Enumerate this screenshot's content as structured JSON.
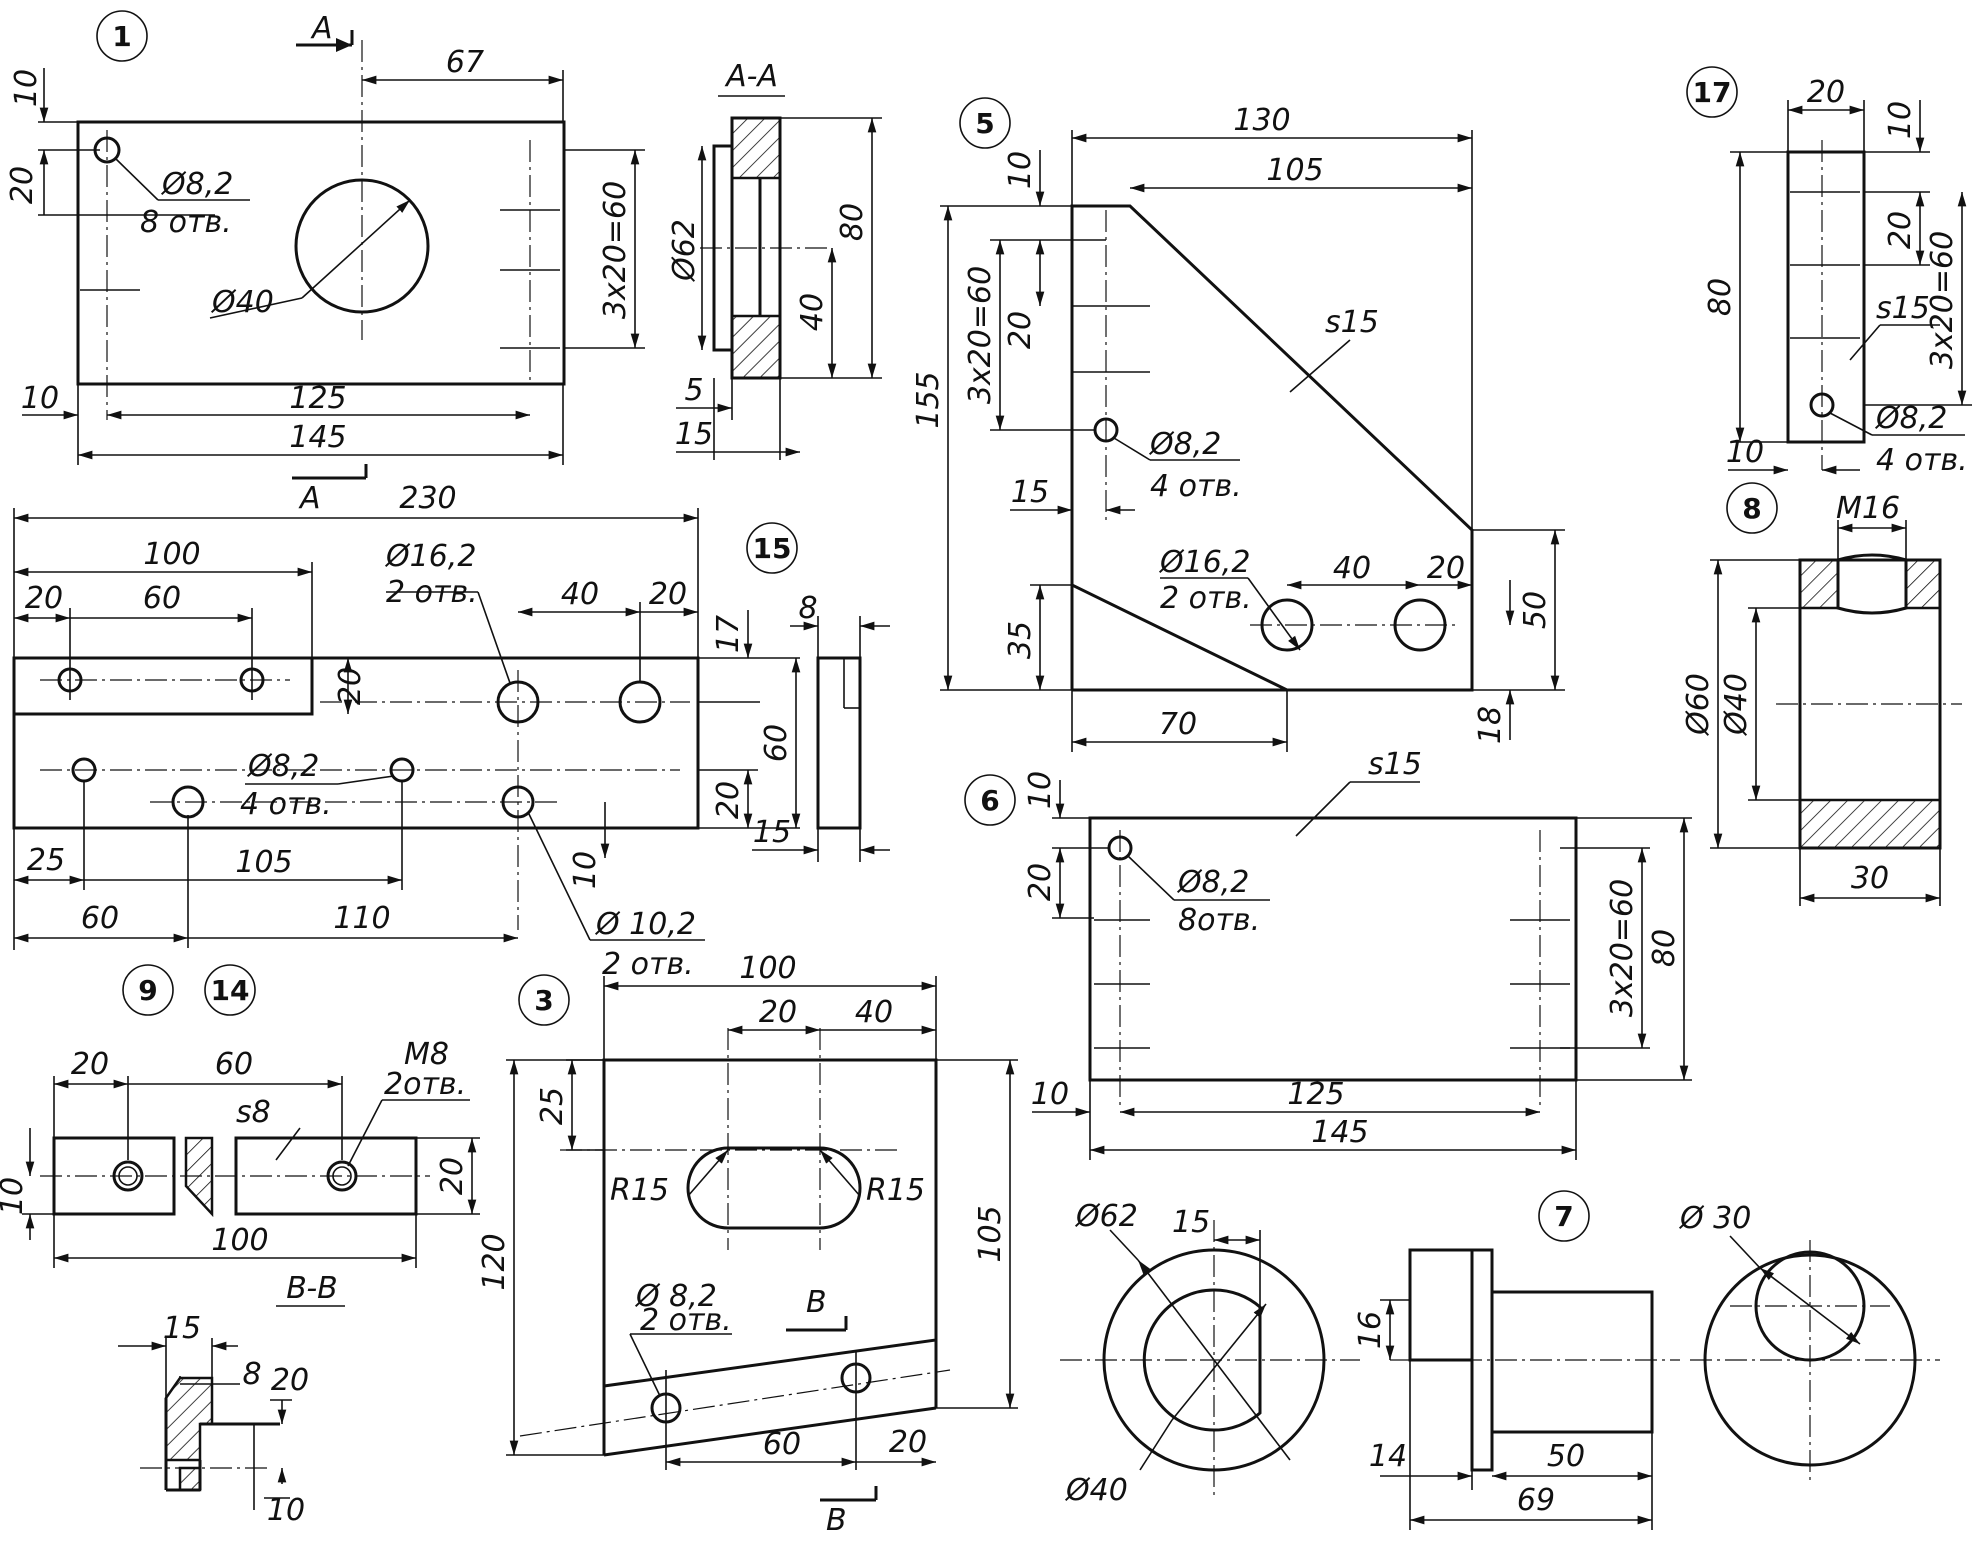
{
  "parts": {
    "p1": {
      "number": "1",
      "section_mark": "A",
      "dims": [
        "67",
        "3x20=60",
        "10",
        "20",
        "125",
        "145",
        "10"
      ],
      "hole_small": "Ø8,2",
      "hole_small_count": "8 отв.",
      "hole_big": "Ø40"
    },
    "section_aa": {
      "title": "A-A",
      "dims": [
        "Ø62",
        "80",
        "40",
        "5",
        "15"
      ]
    },
    "p5": {
      "number": "5",
      "material": "s15",
      "dims": [
        "130",
        "105",
        "10",
        "3x20=60",
        "20",
        "155",
        "15",
        "35",
        "70",
        "40",
        "20",
        "50",
        "18"
      ],
      "hole_small": "Ø8,2",
      "hole_small_count": "4 отв.",
      "hole_big": "Ø16,2",
      "hole_big_count": "2 отв."
    },
    "p17": {
      "number": "17",
      "material": "s15",
      "dims": [
        "20",
        "10",
        "20",
        "80",
        "3x20=60",
        "10"
      ],
      "hole": "Ø8,2",
      "hole_count": "4 отв."
    },
    "p15": {
      "number": "15",
      "dims": [
        "230",
        "100",
        "20",
        "60",
        "40",
        "20",
        "17",
        "8",
        "20",
        "60",
        "20",
        "15",
        "10",
        "25",
        "105",
        "60",
        "110"
      ],
      "hole_big": "Ø16,2",
      "hole_big_count": "2 отв.",
      "hole_small": "Ø8,2",
      "hole_small_count": "4 отв.",
      "hole_mid": "Ø 10,2",
      "hole_mid_count": "2 отв."
    },
    "p8": {
      "number": "8",
      "dims": [
        "M16",
        "Ø60",
        "Ø40",
        "30"
      ]
    },
    "p6": {
      "number": "6",
      "material": "s15",
      "dims": [
        "10",
        "20",
        "3x20=60",
        "80",
        "10",
        "125",
        "145"
      ],
      "hole": "Ø8,2",
      "hole_count": "8отв."
    },
    "p9_14": {
      "numbers": [
        "9",
        "14"
      ],
      "material": "s8",
      "thread": "M8",
      "thread_count": "2отв.",
      "dims": [
        "20",
        "60",
        "10",
        "20",
        "100"
      ]
    },
    "section_bb": {
      "title": "B-B",
      "dims": [
        "15",
        "8",
        "20",
        "10"
      ]
    },
    "p3": {
      "number": "3",
      "section_mark": "B",
      "dims": [
        "100",
        "20",
        "40",
        "25",
        "R15",
        "R15",
        "120",
        "105",
        "60",
        "20"
      ],
      "hole": "Ø 8,2",
      "hole_count": "2 отв."
    },
    "p7": {
      "number": "7",
      "dims": [
        "Ø62",
        "15",
        "Ø40",
        "16",
        "14",
        "50",
        "69",
        "Ø 30"
      ]
    }
  }
}
